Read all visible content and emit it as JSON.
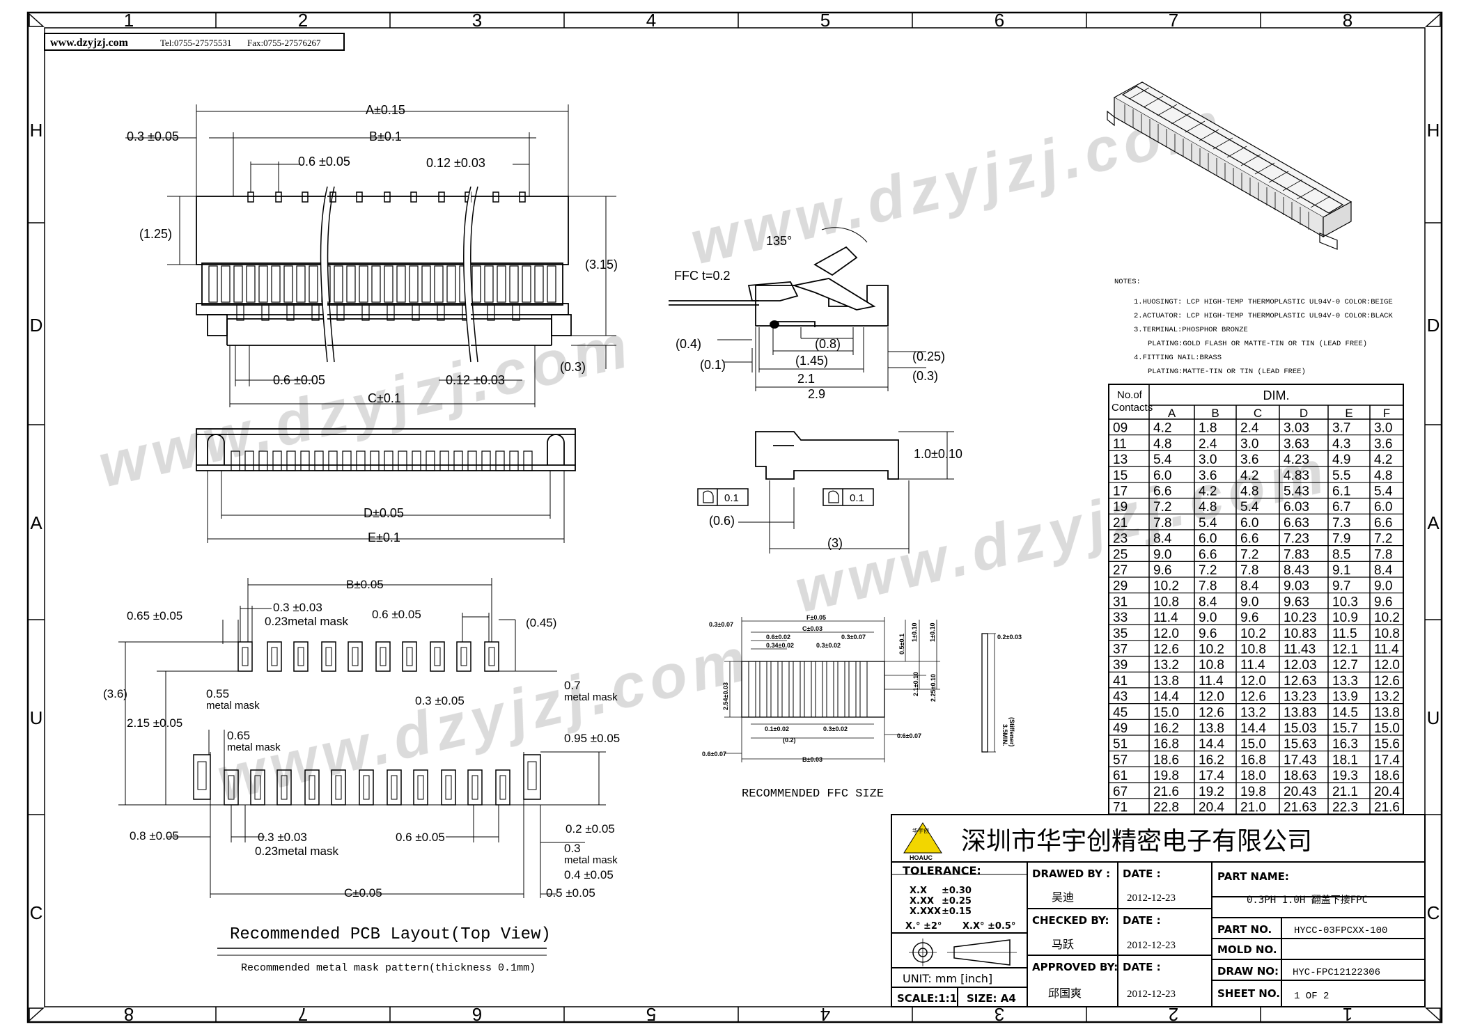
{
  "header": {
    "site": "www.dzyjzj.com",
    "tel": "Tel:0755-27575531",
    "fax": "Fax:0755-27576267"
  },
  "border": {
    "top_numbers": [
      "1",
      "2",
      "3",
      "4",
      "5",
      "6",
      "7",
      "8"
    ],
    "bottom_numbers": [
      "8",
      "7",
      "6",
      "5",
      "4",
      "3",
      "2",
      "1"
    ],
    "left_letters": [
      "H",
      "D",
      "A",
      "U",
      "C"
    ],
    "right_letters": [
      "H",
      "D",
      "A",
      "U",
      "C"
    ]
  },
  "watermark": "www.dzyjzj.com",
  "front_view": {
    "A": "A±0.15",
    "B": "B±0.1",
    "C": "C±0.1",
    "d_03": "0.3 ±0.05",
    "d_06_top": "0.6 ±0.05",
    "d_012_top": "0.12 ±0.03",
    "d_125": "(1.25)",
    "d_315": "(3.15)",
    "d_06_bot": "0.6 ±0.05",
    "d_012_bot": "0.12 ±0.03",
    "d_03r": "(0.3)"
  },
  "top_view": {
    "D": "D±0.05",
    "E": "E±0.1"
  },
  "side_view": {
    "angle": "135°",
    "ffc": "FFC t=0.2",
    "d04": "(0.4)",
    "d01": "(0.1)",
    "d08": "(0.8)",
    "d145": "(1.45)",
    "d21": "2.1",
    "d29": "2.9",
    "d025": "(0.25)",
    "d03": "(0.3)"
  },
  "section_view": {
    "h": "1.0±0.10",
    "flat": "0.1",
    "d06": "(0.6)",
    "d3": "(3)"
  },
  "pcb": {
    "B": "B±0.05",
    "d03top": "0.3 ±0.03",
    "mask023top": "0.23metal mask",
    "d06top": "0.6 ±0.05",
    "d045": "(0.45)",
    "d065": "0.65 ±0.05",
    "d36": "(3.6)",
    "d055": "0.55",
    "mask055": "metal mask",
    "d03mid": "0.3 ±0.05",
    "d07": "0.7",
    "mask07": "metal mask",
    "d215": "2.15 ±0.05",
    "d065b": "0.65",
    "mask065": "metal mask",
    "d095": "0.95 ±0.05",
    "d08": "0.8 ±0.05",
    "d03bot": "0.3 ±0.03",
    "mask023bot": "0.23metal mask",
    "d06bot": "0.6 ±0.05",
    "d02": "0.2 ±0.05",
    "d03r": "0.3",
    "mask03": "metal mask",
    "d04": "0.4 ±0.05",
    "C": "C±0.05",
    "d05": "0.5 ±0.05",
    "title": "Recommended PCB Layout(Top View)",
    "subtitle": "Recommended metal mask pattern(thickness 0.1mm)"
  },
  "ffc": {
    "title": "RECOMMENDED FFC SIZE",
    "F": "F±0.05",
    "C": "C±0.03",
    "d06": "0.6±0.02",
    "d034": "0.34±0.02",
    "d03a": "0.3±0.02",
    "d03b": "0.3±0.07",
    "d03l": "0.3±0.07",
    "d05": "0.5±0.1",
    "d1a": "1±0.10",
    "d1b": "1±0.10",
    "d21": "2.1±0.10",
    "d225": "2.25±0.10",
    "d254": "2.54±0.03",
    "d01": "0.1±0.02",
    "d02": "(0.2)",
    "d03c": "0.3±0.02",
    "d064": "0.6±0.07",
    "d064l": "0.6±0.07",
    "B": "B±0.03",
    "d02r": "0.2±0.03",
    "stiff": "3.5MIN.",
    "stiff2": "(Stiffener)"
  },
  "notes": {
    "title": "NOTES:",
    "lines": [
      "1.HUOSINGT: LCP HIGH-TEMP THERMOPLASTIC UL94V-0 COLOR:BEIGE",
      "2.ACTUATOR: LCP HIGH-TEMP THERMOPLASTIC UL94V-0 COLOR:BLACK",
      "3.TERMINAL:PHOSPHOR BRONZE",
      "PLATING:GOLD FLASH OR MATTE-TIN OR TIN (LEAD FREE)",
      "4.FITTING NAIL:BRASS",
      "PLATING:MATTE-TIN OR TIN (LEAD FREE)"
    ]
  },
  "dim_table": {
    "corner_top": "No.of",
    "corner_bottom": "Contacts",
    "group": "DIM.",
    "columns": [
      "A",
      "B",
      "C",
      "D",
      "E",
      "F"
    ],
    "rows": [
      [
        "09",
        "4.2",
        "1.8",
        "2.4",
        "3.03",
        "3.7",
        "3.0"
      ],
      [
        "11",
        "4.8",
        "2.4",
        "3.0",
        "3.63",
        "4.3",
        "3.6"
      ],
      [
        "13",
        "5.4",
        "3.0",
        "3.6",
        "4.23",
        "4.9",
        "4.2"
      ],
      [
        "15",
        "6.0",
        "3.6",
        "4.2",
        "4.83",
        "5.5",
        "4.8"
      ],
      [
        "17",
        "6.6",
        "4.2",
        "4.8",
        "5.43",
        "6.1",
        "5.4"
      ],
      [
        "19",
        "7.2",
        "4.8",
        "5.4",
        "6.03",
        "6.7",
        "6.0"
      ],
      [
        "21",
        "7.8",
        "5.4",
        "6.0",
        "6.63",
        "7.3",
        "6.6"
      ],
      [
        "23",
        "8.4",
        "6.0",
        "6.6",
        "7.23",
        "7.9",
        "7.2"
      ],
      [
        "25",
        "9.0",
        "6.6",
        "7.2",
        "7.83",
        "8.5",
        "7.8"
      ],
      [
        "27",
        "9.6",
        "7.2",
        "7.8",
        "8.43",
        "9.1",
        "8.4"
      ],
      [
        "29",
        "10.2",
        "7.8",
        "8.4",
        "9.03",
        "9.7",
        "9.0"
      ],
      [
        "31",
        "10.8",
        "8.4",
        "9.0",
        "9.63",
        "10.3",
        "9.6"
      ],
      [
        "33",
        "11.4",
        "9.0",
        "9.6",
        "10.23",
        "10.9",
        "10.2"
      ],
      [
        "35",
        "12.0",
        "9.6",
        "10.2",
        "10.83",
        "11.5",
        "10.8"
      ],
      [
        "37",
        "12.6",
        "10.2",
        "10.8",
        "11.43",
        "12.1",
        "11.4"
      ],
      [
        "39",
        "13.2",
        "10.8",
        "11.4",
        "12.03",
        "12.7",
        "12.0"
      ],
      [
        "41",
        "13.8",
        "11.4",
        "12.0",
        "12.63",
        "13.3",
        "12.6"
      ],
      [
        "43",
        "14.4",
        "12.0",
        "12.6",
        "13.23",
        "13.9",
        "13.2"
      ],
      [
        "45",
        "15.0",
        "12.6",
        "13.2",
        "13.83",
        "14.5",
        "13.8"
      ],
      [
        "49",
        "16.2",
        "13.8",
        "14.4",
        "15.03",
        "15.7",
        "15.0"
      ],
      [
        "51",
        "16.8",
        "14.4",
        "15.0",
        "15.63",
        "16.3",
        "15.6"
      ],
      [
        "57",
        "18.6",
        "16.2",
        "16.8",
        "17.43",
        "18.1",
        "17.4"
      ],
      [
        "61",
        "19.8",
        "17.4",
        "18.0",
        "18.63",
        "19.3",
        "18.6"
      ],
      [
        "67",
        "21.6",
        "19.2",
        "19.8",
        "20.43",
        "21.1",
        "20.4"
      ],
      [
        "71",
        "22.8",
        "20.4",
        "21.0",
        "21.63",
        "22.3",
        "21.6"
      ]
    ]
  },
  "title_block": {
    "company": "深圳市华宇创精密电子有限公司",
    "logo_text": "HOAUC",
    "logo_cn": "华宇创",
    "tolerance_label": "TOLERANCE:",
    "tol": [
      [
        "X.X",
        "±0.30"
      ],
      [
        "X.XX",
        "±0.25"
      ],
      [
        "X.XXX",
        "±0.15"
      ]
    ],
    "angle_tol": [
      "X.° ±2°",
      "X.X° ±0.5°"
    ],
    "unit": "UNIT:  mm [inch]",
    "scale": "SCALE:1:1",
    "size": "SIZE: A4",
    "drawn_by": "DRAWED BY :",
    "drawn_name": "吴迪",
    "checked_by": "CHECKED BY:",
    "checked_name": "马跃",
    "approved_by": "APPROVED BY:",
    "approved_name": "邱国爽",
    "date_label": "DATE :",
    "date1": "2012-12-23",
    "date2": "2012-12-23",
    "date3": "2012-12-23",
    "part_name_label": "PART NAME:",
    "part_name": "0.3PH 1.0H 翻盖下接FPC",
    "part_no_label": "PART NO.",
    "part_no": "HYCC-03FPCXX-100",
    "mold_no_label": "MOLD NO.",
    "mold_no": "",
    "draw_no_label": "DRAW NO:",
    "draw_no": "HYC-FPC12122306",
    "sheet_no_label": "SHEET NO.",
    "sheet_no": "1 OF 2"
  },
  "colors": {
    "line": "#000000",
    "watermark": "#b4b4b4",
    "logo": "#f2d600"
  }
}
